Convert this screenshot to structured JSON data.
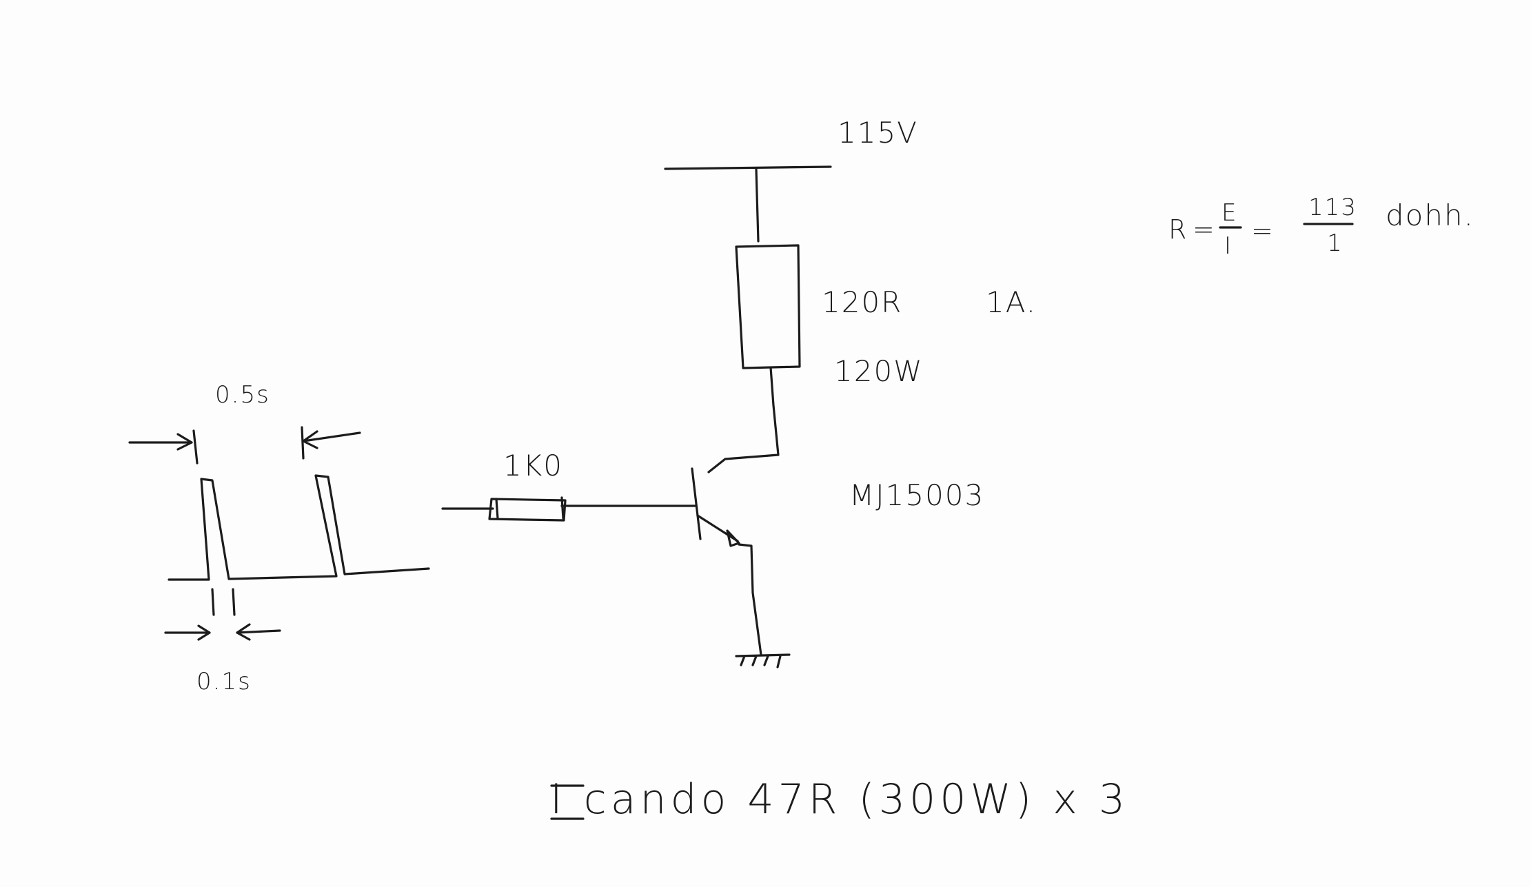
{
  "supply_voltage": "115V",
  "resistor_load_value": "120R",
  "resistor_load_power": "120W",
  "load_current": "1A.",
  "base_resistor": "1K0",
  "transistor_part": "MJ15003",
  "pulse_period": "0.5s",
  "pulse_width": "0.1s",
  "formula": {
    "r": "R",
    "eq1": "=",
    "e": "E",
    "i": "I",
    "eq2": "=",
    "num": "113",
    "den": "1",
    "comment": "dohh."
  },
  "footnote": "I cando  47R (300W) x 3"
}
